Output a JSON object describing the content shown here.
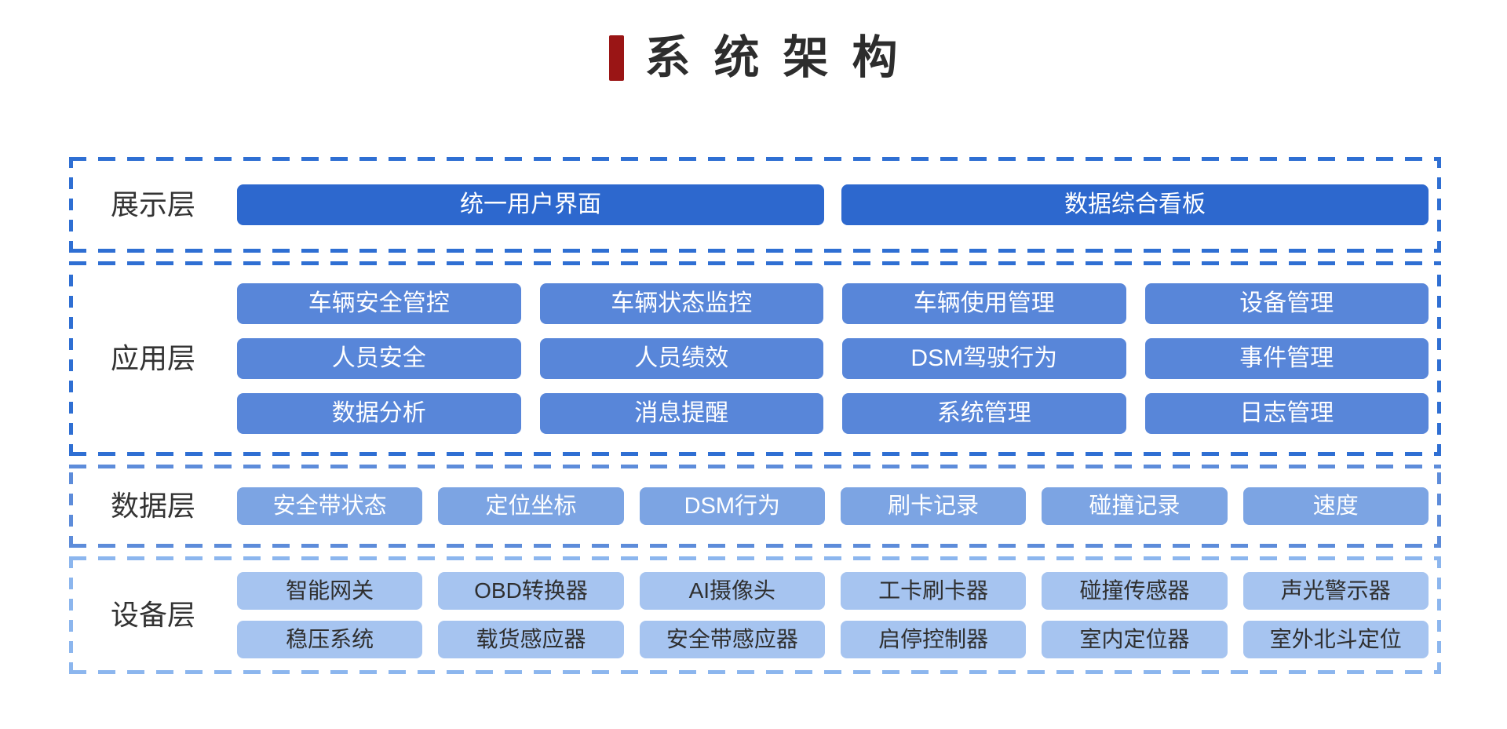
{
  "page": {
    "background": "#ffffff"
  },
  "title": {
    "text": "系统架构",
    "accent_color": "#9a1515",
    "text_color": "#2d2d2d"
  },
  "layers": [
    {
      "name": "presentation",
      "label": "展示层",
      "border_color": "#2f6fd3",
      "box_bg": "#2d68ce",
      "box_text_color": "#ffffff",
      "rows": [
        [
          "统一用户界面",
          "数据综合看板"
        ]
      ]
    },
    {
      "name": "application",
      "label": "应用层",
      "border_color": "#2f6fd3",
      "box_bg": "#5886d9",
      "box_text_color": "#ffffff",
      "rows": [
        [
          "车辆安全管控",
          "车辆状态监控",
          "车辆使用管理",
          "设备管理"
        ],
        [
          "人员安全",
          "人员绩效",
          "DSM驾驶行为",
          "事件管理"
        ],
        [
          "数据分析",
          "消息提醒",
          "系统管理",
          "日志管理"
        ]
      ]
    },
    {
      "name": "data",
      "label": "数据层",
      "border_color": "#5d8cda",
      "box_bg": "#7ca4e3",
      "box_text_color": "#ffffff",
      "rows": [
        [
          "安全带状态",
          "定位坐标",
          "DSM行为",
          "刷卡记录",
          "碰撞记录",
          "速度"
        ]
      ]
    },
    {
      "name": "device",
      "label": "设备层",
      "border_color": "#8cb6ee",
      "box_bg": "#a6c4f0",
      "box_text_color": "#2f2f2f",
      "rows": [
        [
          "智能网关",
          "OBD转换器",
          "AI摄像头",
          "工卡刷卡器",
          "碰撞传感器",
          "声光警示器"
        ],
        [
          "稳压系统",
          "载货感应器",
          "安全带感应器",
          "启停控制器",
          "室内定位器",
          "室外北斗定位"
        ]
      ]
    }
  ]
}
